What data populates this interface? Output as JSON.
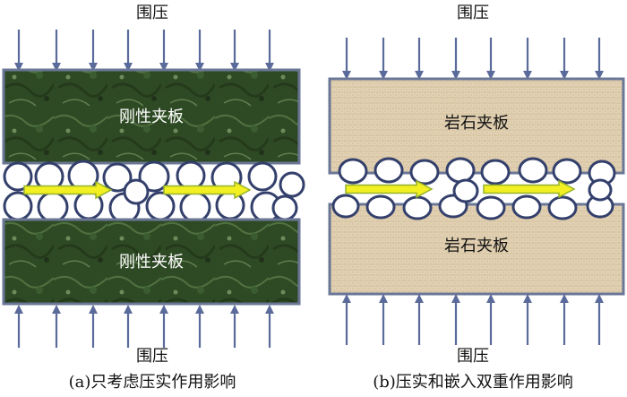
{
  "panels": {
    "a": {
      "top_label": "围压",
      "bottom_label": "围压",
      "top_plate": "刚性夹板",
      "bottom_plate": "刚性夹板",
      "caption": "(a)只考虑压实作用影响"
    },
    "b": {
      "top_label": "围压",
      "bottom_label": "围压",
      "top_plate": "岩石夹板",
      "bottom_plate": "岩石夹板",
      "caption": "(b)压实和嵌入双重作用影响"
    }
  },
  "colors": {
    "rigid_plate": "#2e4a24",
    "rock_plate": "#e3d3b6",
    "plate_border": "#6a7796",
    "arrow": "#5a6a9a",
    "particle_stroke": "#34406c",
    "flow_arrow_fill": "#f2ef22",
    "flow_arrow_stroke": "#95b32a",
    "rigid_label": "#ffffff",
    "rock_label": "#111111"
  }
}
